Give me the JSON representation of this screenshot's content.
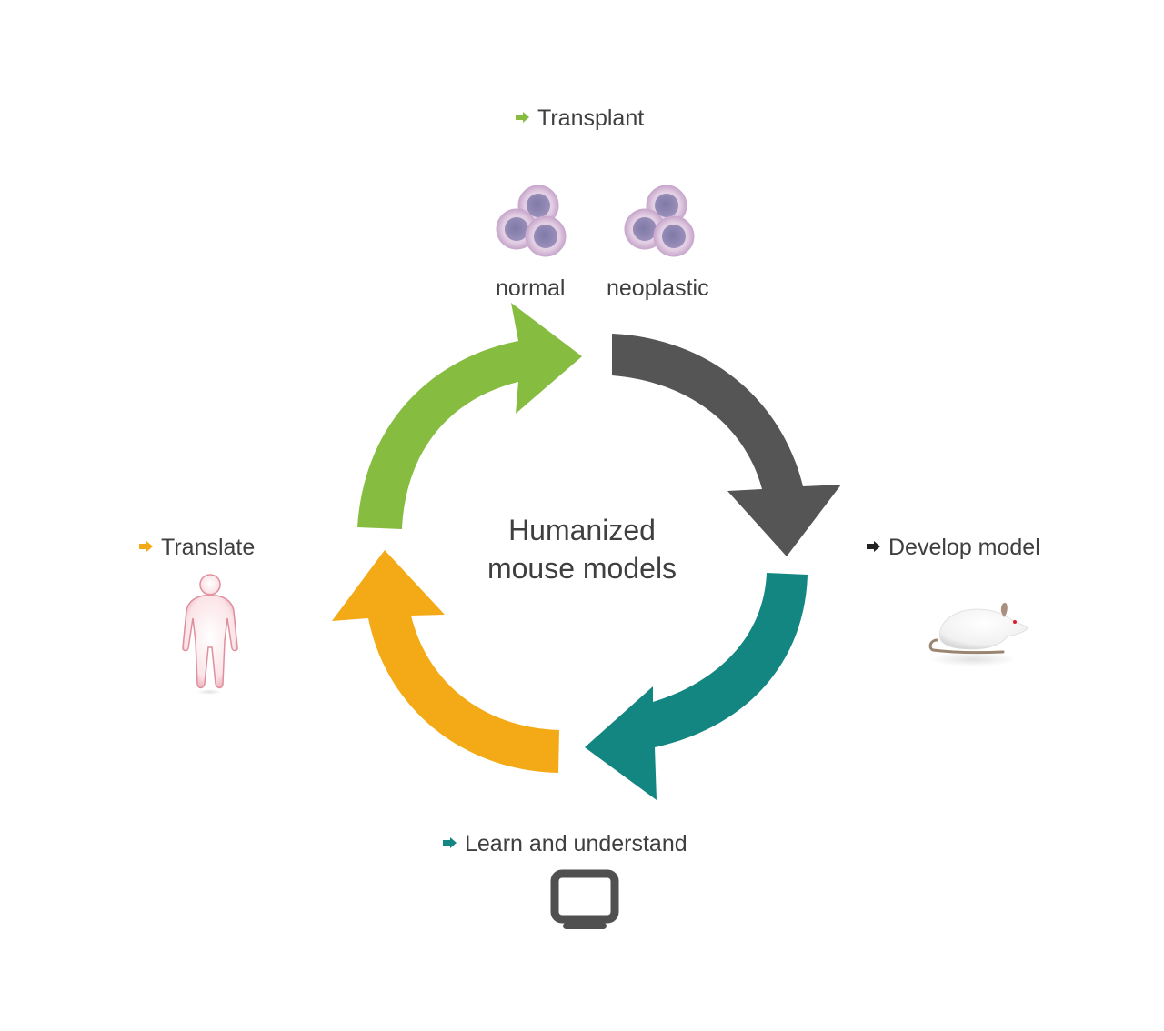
{
  "diagram": {
    "type": "cycle",
    "center_title": {
      "line1": "Humanized",
      "line2": "mouse models"
    },
    "steps": [
      {
        "id": "transplant",
        "label": "Transplant",
        "color": "#86bc3f",
        "icon": "cell-cluster-icon",
        "sub_items": [
          "normal",
          "neoplastic"
        ]
      },
      {
        "id": "develop-model",
        "label": "Develop model",
        "color": "#555555",
        "icon": "mouse-icon"
      },
      {
        "id": "learn-and-understand",
        "label": "Learn and understand",
        "color": "#148681",
        "icon": "monitor-icon"
      },
      {
        "id": "translate",
        "label": "Translate",
        "color": "#f4aa16",
        "icon": "human-figure-icon"
      }
    ],
    "flow_direction": "clockwise"
  }
}
